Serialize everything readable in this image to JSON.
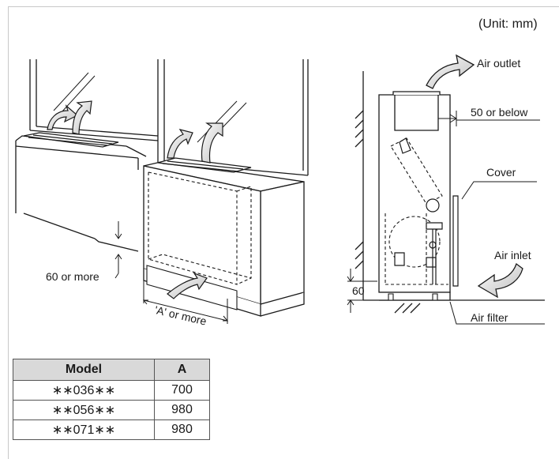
{
  "unit_label": "(Unit: mm)",
  "labels": {
    "air_outlet": "Air outlet",
    "fifty_or_below": "50 or below",
    "cover": "Cover",
    "air_inlet": "Air inlet",
    "sixty_or_more": "60 or more",
    "a_or_more": "'A' or more",
    "sixty": "60",
    "air_filter": "Air filter"
  },
  "table": {
    "headers": [
      "Model",
      "A"
    ],
    "rows": [
      [
        "∗∗036∗∗",
        "700"
      ],
      [
        "∗∗056∗∗",
        "980"
      ],
      [
        "∗∗071∗∗",
        "980"
      ]
    ]
  },
  "colors": {
    "line": "#1a1a1a",
    "table_header_bg": "#d9d9d9",
    "frame": "#c8c8c8"
  }
}
